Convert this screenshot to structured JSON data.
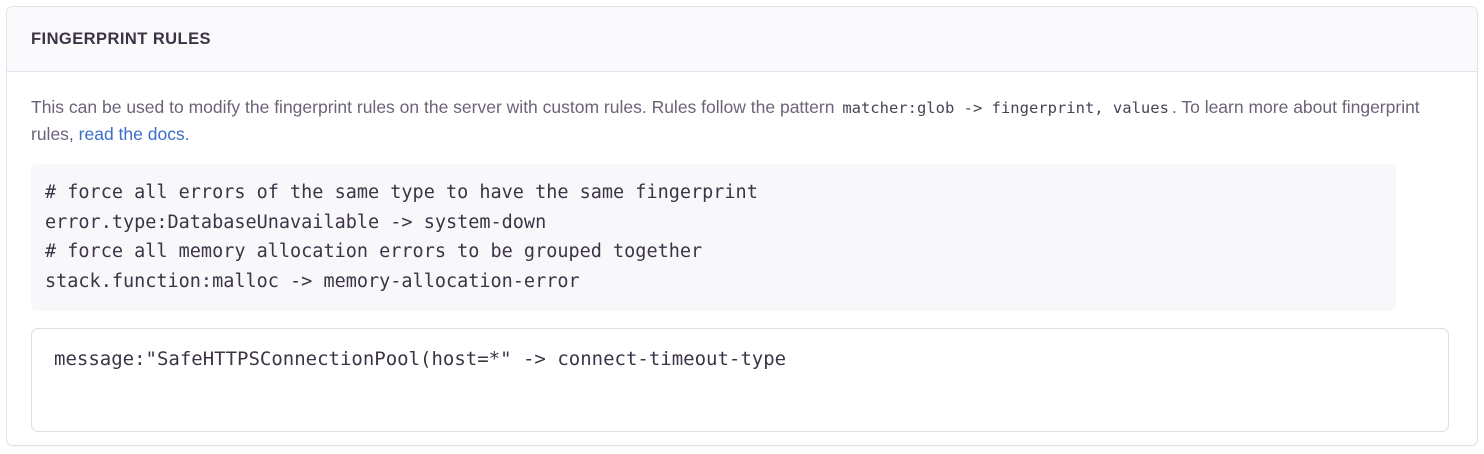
{
  "card": {
    "title": "FINGERPRINT RULES",
    "description": {
      "text_before_code": "This can be used to modify the fingerprint rules on the server with custom rules. Rules follow the pattern ",
      "inline_code": "matcher:glob -> fingerprint, values",
      "text_after_code": ". To learn more about fingerprint rules, ",
      "link_label": "read the docs",
      "text_after_link": "."
    },
    "code_sample": {
      "lines": [
        "# force all errors of the same type to have the same fingerprint",
        "error.type:DatabaseUnavailable -> system-down",
        "# force all memory allocation errors to be grouped together",
        "stack.function:malloc -> memory-allocation-error"
      ]
    },
    "rules_input": {
      "value": "message:\"SafeHTTPSConnectionPool(host=*\" -> connect-timeout-type",
      "placeholder": "matcher:glob -> fingerprint, values"
    }
  },
  "colors": {
    "accent_link": "#3b6ecc",
    "text_primary": "#3c3446",
    "text_muted": "#6d6379",
    "card_border": "#e4e1ec",
    "header_bg": "#faf9fb",
    "code_bg": "#f8f8fa"
  }
}
